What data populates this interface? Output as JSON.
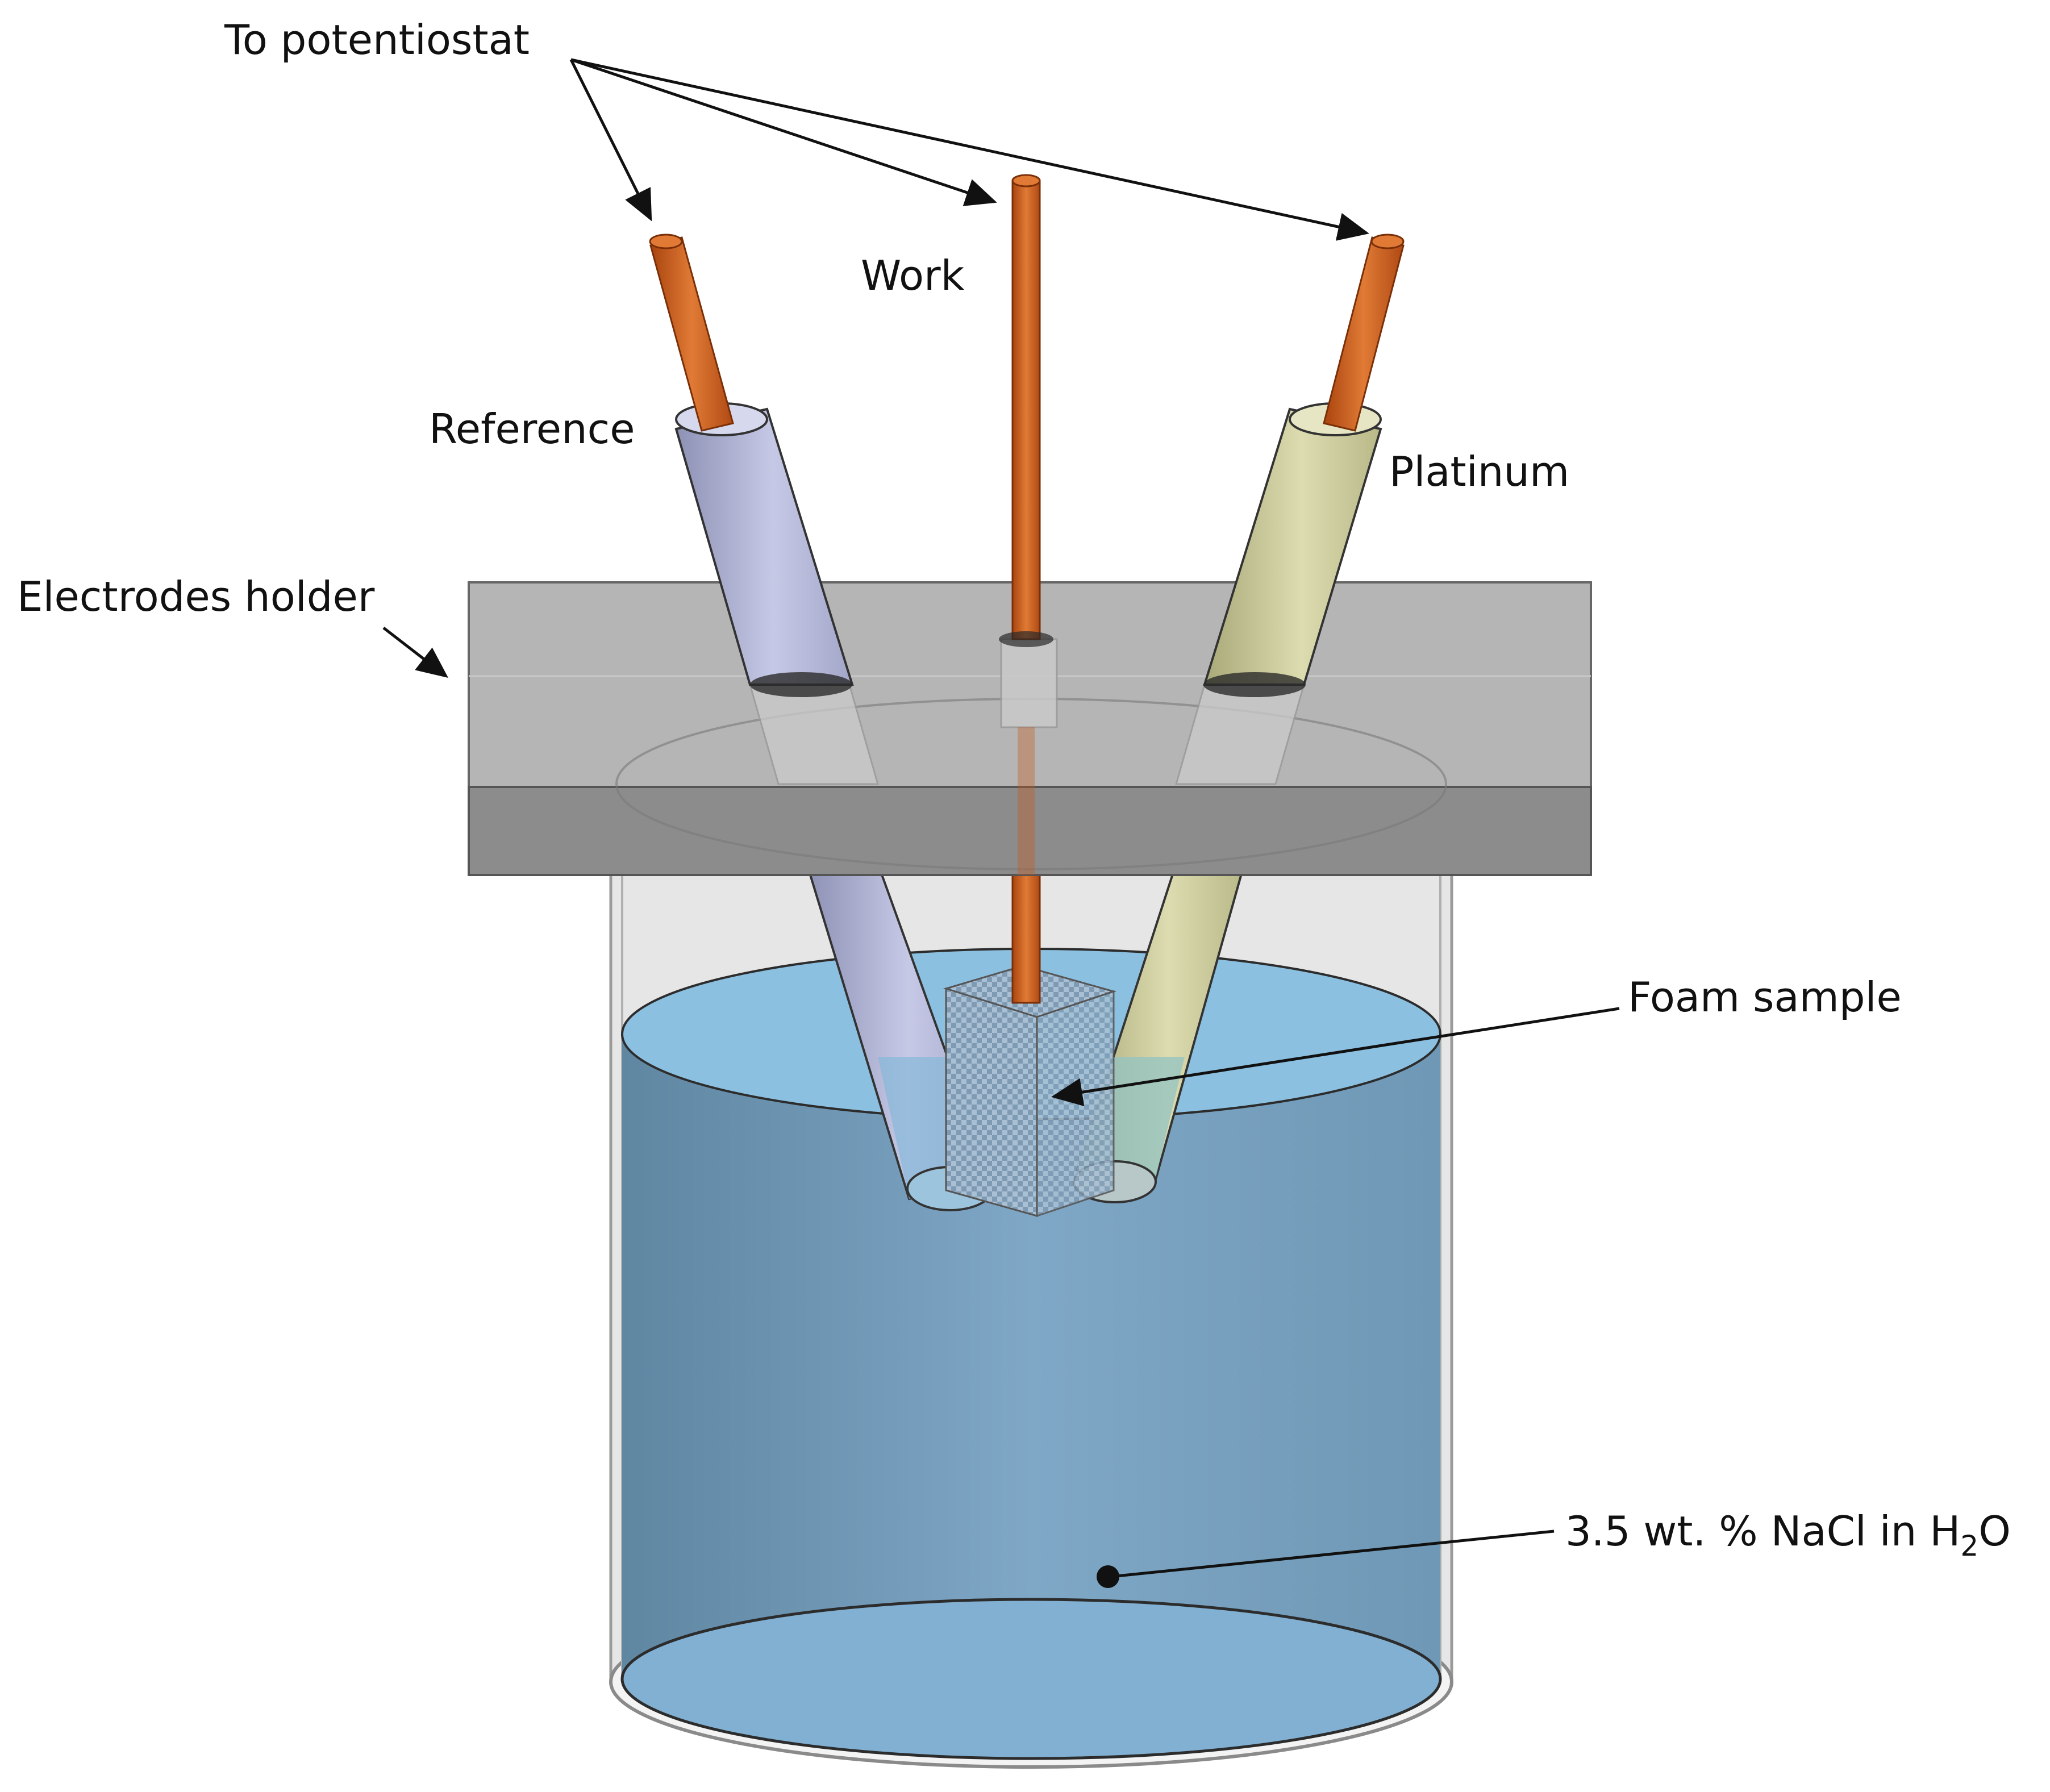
{
  "labels": {
    "to_potentiostat": "To potentiostat",
    "work": "Work",
    "reference": "Reference",
    "platinum": "Platinum",
    "electrodes_holder": "Electrodes holder",
    "foam_sample": "Foam sample",
    "solution_main": "3.5 wt. % NaCl in H",
    "solution_subscript": "2",
    "solution_tail": "O"
  },
  "colors": {
    "copper_wire": "#c8581a",
    "reference_sleeve": "#b8bcdc",
    "platinum_sleeve": "#cfcfa0",
    "holder_top": "#b4b4b4",
    "holder_front": "#8c8c8c",
    "electrolyte": "#7aa8c8",
    "electrolyte_surface": "#8cc0e0",
    "foam": "#9fb7cc"
  }
}
